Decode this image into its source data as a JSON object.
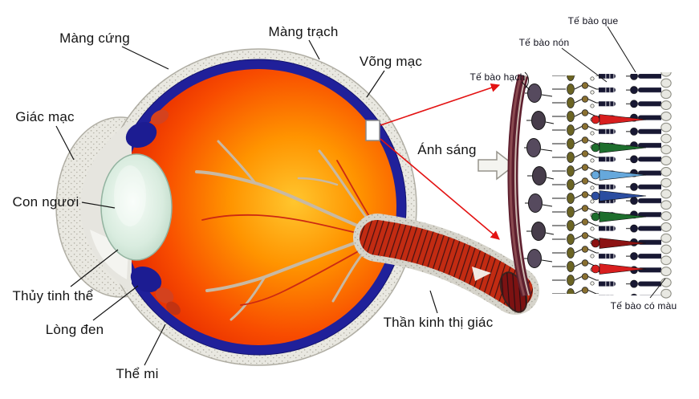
{
  "diagram": {
    "title_semantic": "Human eye anatomy with magnified retina (Vietnamese labels)",
    "labels": {
      "sclera": "Màng cứng",
      "choroid": "Màng trạch",
      "retina": "Võng mạc",
      "cornea": "Giác mạc",
      "pupil": "Con ngươi",
      "lens": "Thủy tinh thể",
      "iris": "Lòng đen",
      "ciliary_body": "Thể mi",
      "optic_nerve": "Thần kinh thị giác",
      "light": "Ánh sáng",
      "rod_cells": "Tế bào que",
      "cone_cells": "Tế bào nón",
      "ganglion_cells": "Tế bào hạch",
      "pigment_cells": "Tế bào có màu"
    },
    "colors": {
      "sclera_gray": "#e9e8e1",
      "choroid_navy": "#20209a",
      "fundus_orange": "#ff9400",
      "fundus_red": "#cc1500",
      "lens_green": "#d9ecdf",
      "vessel_tan": "#c8b9a4",
      "vessel_red": "#cc2913",
      "zoom_line_red": "#e31212",
      "rod_navy": "#181833",
      "cone_red": "#d81e1e",
      "cone_green": "#1d6e2d",
      "cone_blue": "#66a8dc",
      "pigment_band_maroon": "#5e1f2e"
    }
  }
}
